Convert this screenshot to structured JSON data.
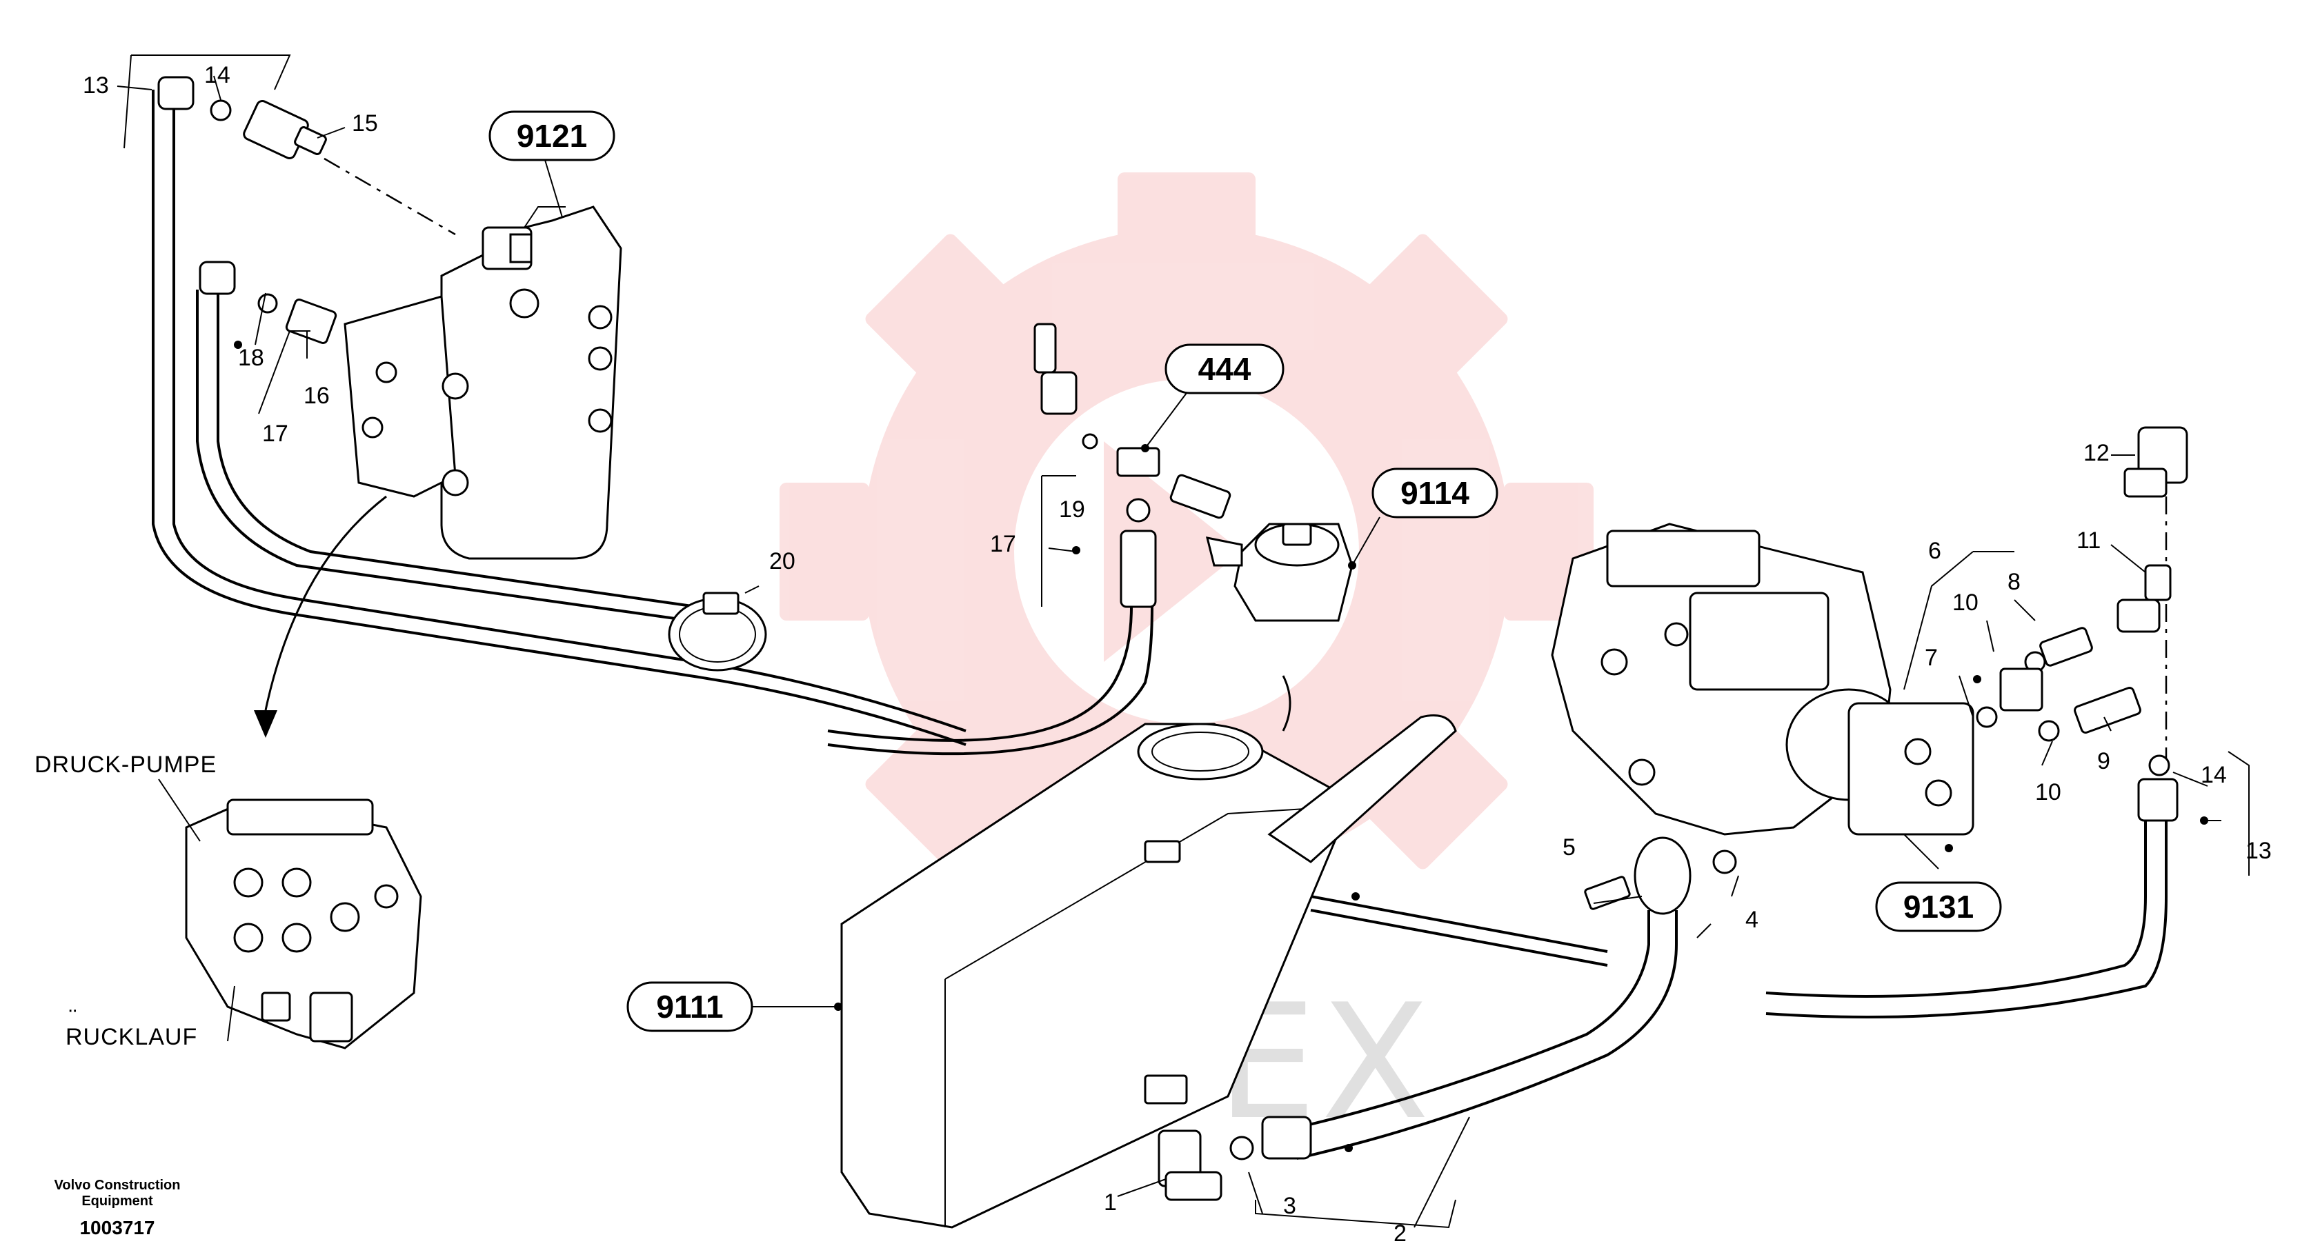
{
  "footer": {
    "brand_line1": "Volvo Construction",
    "brand_line2": "Equipment",
    "drawing_id": "1003717"
  },
  "watermark": {
    "text": "ИНТЕХ",
    "color": "#f4a8a8"
  },
  "side_labels": {
    "pressure_pump": "DRUCK-PUMPE",
    "return_line_umlaut": "¨",
    "return_line": "RUCKLAUF"
  },
  "callouts_boxed": {
    "c9121": "9121",
    "c444": "444",
    "c9114": "9114",
    "c9111": "9111",
    "c9131": "9131"
  },
  "part_numbers": {
    "p1": "1",
    "p2": "2",
    "p3": "3",
    "p4": "4",
    "p5": "5",
    "p6": "6",
    "p7": "7",
    "p8": "8",
    "p9": "9",
    "p10a": "10",
    "p10b": "10",
    "p11": "11",
    "p12": "12",
    "p13a": "13",
    "p13b": "13",
    "p14a": "14",
    "p14b": "14",
    "p15": "15",
    "p16": "16",
    "p17a": "17",
    "p17b": "17",
    "p18": "18",
    "p19": "19",
    "p20": "20"
  }
}
